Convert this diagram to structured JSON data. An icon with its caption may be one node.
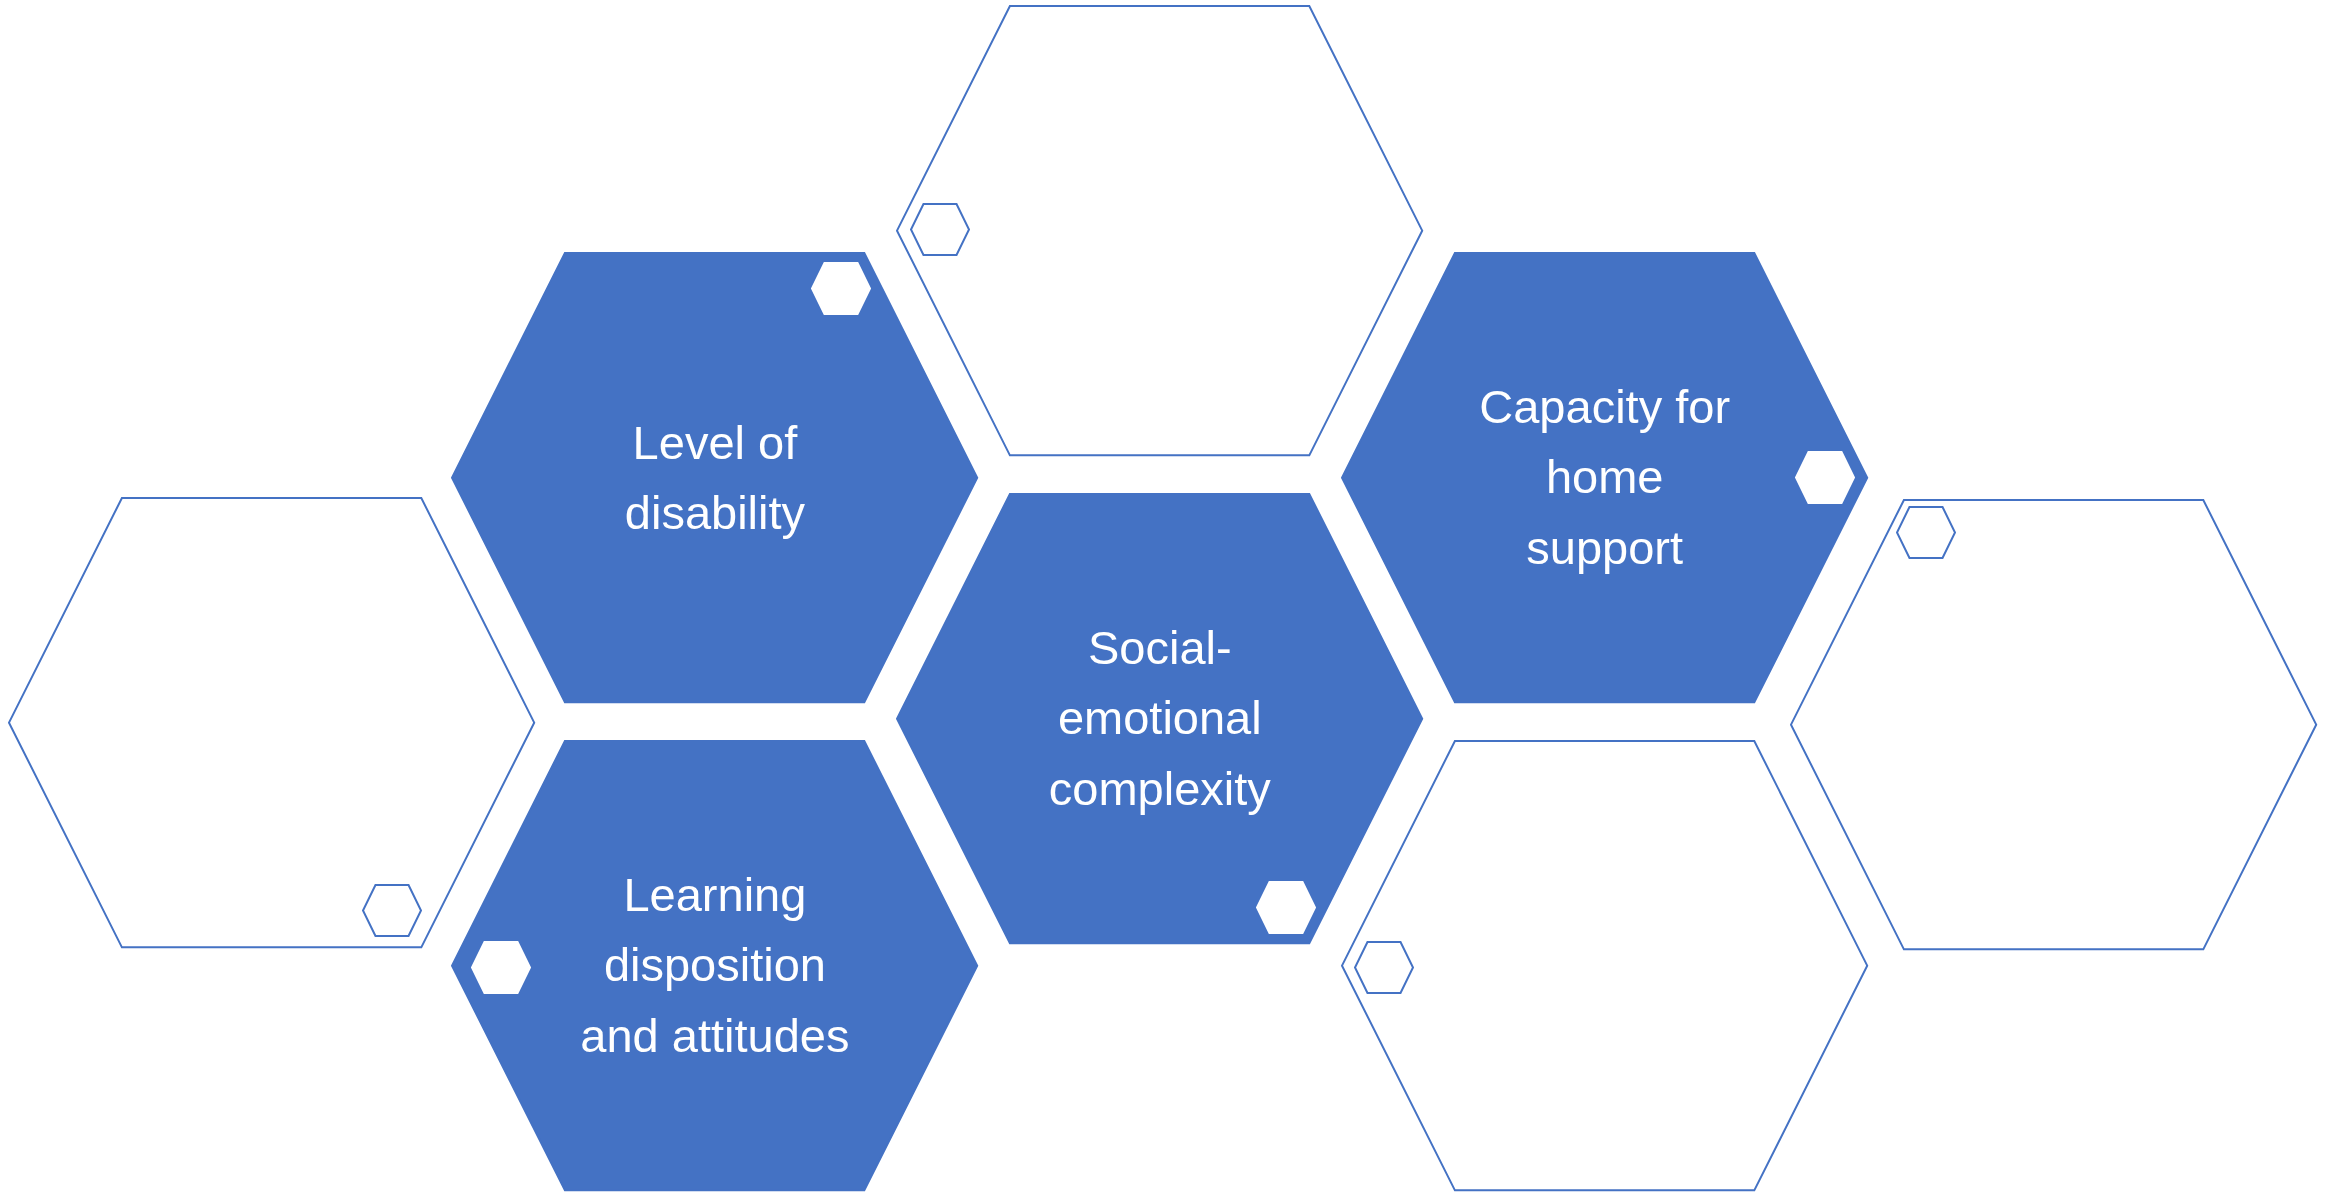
{
  "diagram": {
    "nodes": [
      {
        "text": [],
        "shape": "hexagon"
      },
      {
        "text": [
          "Level of disability"
        ]
      },
      {
        "text": [
          "Capacity for home support"
        ]
      },
      {
        "text": [],
        "shape": "hexagon"
      },
      {
        "text": [
          "Social-emotional complexity"
        ]
      },
      {
        "text": [],
        "shape": "hexagon"
      },
      {
        "text": [
          "Learning disposition and attitudes"
        ]
      },
      {
        "text": [],
        "shape": "hexagon"
      }
    ]
  }
}
